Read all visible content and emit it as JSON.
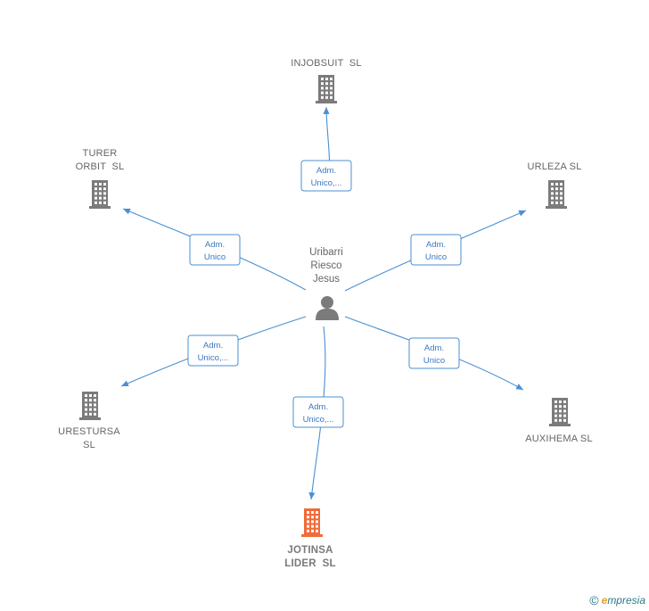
{
  "center": {
    "name_lines": [
      "Uribarri",
      "Riesco",
      "Jesus"
    ],
    "icon": "person-icon"
  },
  "colors": {
    "edge": "#4a8fd4",
    "building": "#7b7b7b",
    "building_highlight": "#f26a3a",
    "label": "#666666",
    "role_text": "#3a78c2"
  },
  "nodes": [
    {
      "id": "injobsuit",
      "name_lines": [
        "INJOBSUIT  SL"
      ],
      "role_lines": [
        "Adm.",
        "Unico,..."
      ],
      "highlight": false,
      "icon": "building-icon"
    },
    {
      "id": "urleza",
      "name_lines": [
        "URLEZA SL"
      ],
      "role_lines": [
        "Adm.",
        "Unico"
      ],
      "highlight": false,
      "icon": "building-icon"
    },
    {
      "id": "auxihema",
      "name_lines": [
        "AUXIHEMA SL"
      ],
      "role_lines": [
        "Adm.",
        "Unico"
      ],
      "highlight": false,
      "icon": "building-icon"
    },
    {
      "id": "jotinsa",
      "name_lines": [
        "JOTINSA",
        "LIDER  SL"
      ],
      "role_lines": [
        "Adm.",
        "Unico,..."
      ],
      "highlight": true,
      "icon": "building-icon"
    },
    {
      "id": "urestursa",
      "name_lines": [
        "URESTURSA",
        "SL"
      ],
      "role_lines": [
        "Adm.",
        "Unico,..."
      ],
      "highlight": false,
      "icon": "building-icon"
    },
    {
      "id": "turer",
      "name_lines": [
        "TURER",
        "ORBIT  SL"
      ],
      "role_lines": [
        "Adm.",
        "Unico"
      ],
      "highlight": false,
      "icon": "building-icon"
    }
  ],
  "footer": {
    "copyright_symbol": "©",
    "brand_first": "e",
    "brand_rest": "mpresia"
  }
}
